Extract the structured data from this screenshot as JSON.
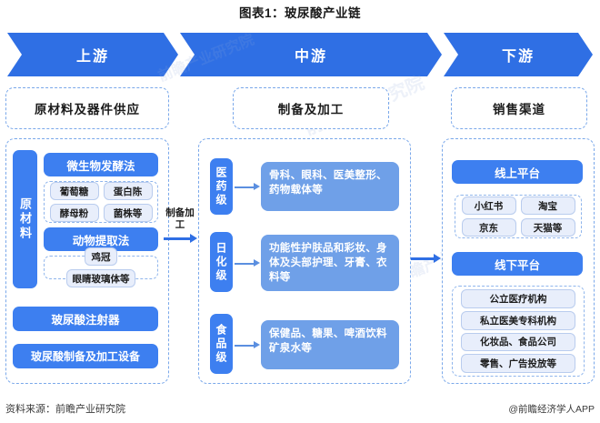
{
  "title": "图表1：玻尿酸产业链",
  "band": {
    "segments": [
      {
        "label": "上游"
      },
      {
        "label": "中游"
      },
      {
        "label": "下游"
      }
    ],
    "color": "#2f6fe4"
  },
  "columns": {
    "upstream": {
      "head": "原材料及器件供应",
      "vertical_label": "原材料",
      "groups": [
        {
          "title": "微生物发酵法",
          "chips": [
            "葡萄糖",
            "蛋白陈",
            "酵母粉",
            "菌株等"
          ]
        },
        {
          "title": "动物提取法",
          "chips": [
            "鸡冠",
            "眼睛玻璃体等"
          ]
        }
      ],
      "extra_bars": [
        "玻尿酸注射器",
        "玻尿酸制备及加工设备"
      ]
    },
    "midstream": {
      "head": "制备及加工",
      "rows": [
        {
          "grade": "医药级",
          "desc": "骨科、眼科、医美整形、药物载体等"
        },
        {
          "grade": "日化级",
          "desc": "功能性护肤品和彩妆、身体及头部护理、牙膏、衣料等"
        },
        {
          "grade": "食品级",
          "desc": "保健品、糖果、啤酒饮料矿泉水等"
        }
      ]
    },
    "downstream": {
      "head": "销售渠道",
      "online": {
        "title": "线上平台",
        "chips": [
          "小红书",
          "淘宝",
          "京东",
          "天猫等"
        ]
      },
      "offline": {
        "title": "线下平台",
        "chips": [
          "公立医疗机构",
          "私立医美专科机构",
          "化妆品、食品公司",
          "零售、广告投放等"
        ]
      }
    }
  },
  "arrows": {
    "upstream_to_mid_label": "制备加工"
  },
  "footer": {
    "source": "资料来源：前瞻产业研究院",
    "credit": "@前瞻经济学人APP"
  },
  "watermark": {
    "text1": "前瞻产业研究院",
    "text2": "前瞻产业研究院",
    "text3": "前瞻产业研究院",
    "text4": "前瞻产业研究院"
  },
  "colors": {
    "primary_blue": "#2f6fe4",
    "bar_blue": "#3d7ff0",
    "desc_blue": "#6fa0e8",
    "chip_blue": "#e8eefb",
    "dash_border": "#7aa8ea"
  }
}
